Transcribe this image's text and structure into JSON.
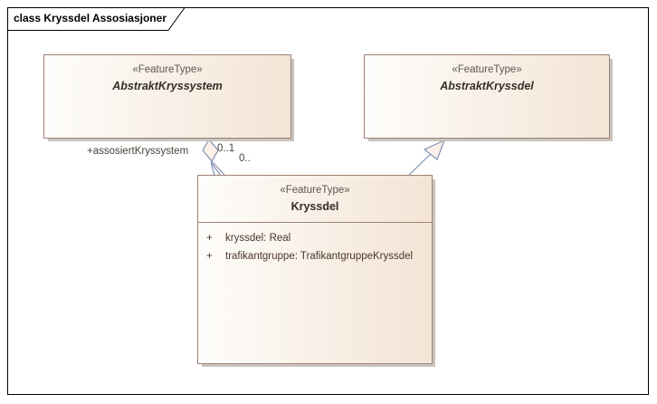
{
  "diagram": {
    "title": "class Kryssdel Assosiasjoner"
  },
  "classes": [
    {
      "stereotype": "«FeatureType»",
      "name": "AbstraktKryssystem",
      "abstract": true
    },
    {
      "stereotype": "«FeatureType»",
      "name": "AbstraktKryssdel",
      "abstract": true
    },
    {
      "stereotype": "«FeatureType»",
      "name": "Kryssdel",
      "abstract": false,
      "attributes": [
        {
          "visibility": "+",
          "text": "kryssdel: Real"
        },
        {
          "visibility": "+",
          "text": "trafikantgruppe: TrafikantgruppeKryssdel"
        }
      ]
    }
  ],
  "relations": {
    "aggregation": {
      "type": "aggregation",
      "from": "Kryssdel",
      "to": "AbstraktKryssystem",
      "role_label": "+assosiertKryssystem",
      "target_multiplicity": "0..1",
      "source_multiplicity": "0.."
    },
    "generalization": {
      "type": "generalization",
      "from": "Kryssdel",
      "to": "AbstraktKryssdel"
    }
  },
  "colors": {
    "box_border": "#9d8274",
    "box_fill_light": "#fefdfb",
    "box_fill_dark": "#f3e4d5",
    "connector": "#8090b2",
    "name_text": "#352d26",
    "stereotype_text": "#5d564e",
    "attr_text": "#4b3529",
    "label_text": "#4a4238",
    "shadow": "#c9c4bf",
    "frame_border": "#000000"
  }
}
